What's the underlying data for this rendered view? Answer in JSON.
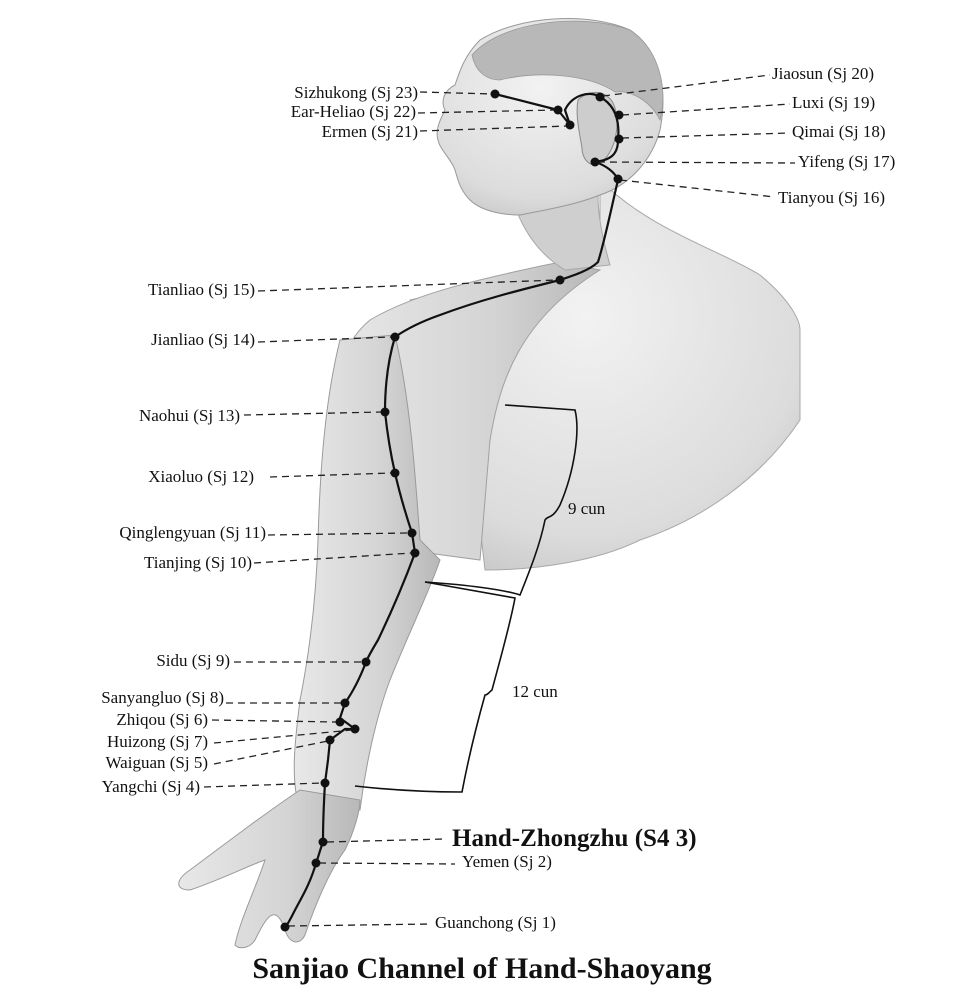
{
  "title": "Sanjiao Channel of Hand-Shaoyang",
  "highlight_label": "Hand-Zhongzhu (S4 3)",
  "measurements": [
    "9 cun",
    "12 cun"
  ],
  "points": {
    "sj23": "Sizhukong (Sj 23)",
    "sj22": "Ear-Heliao (Sj 22)",
    "sj21": "Ermen (Sj 21)",
    "sj20": "Jiaosun (Sj 20)",
    "sj19": "Luxi (Sj 19)",
    "sj18": "Qimai (Sj 18)",
    "sj17": "Yifeng (Sj 17)",
    "sj16": "Tianyou (Sj 16)",
    "sj15": "Tianliao (Sj 15)",
    "sj14": "Jianliao (Sj 14)",
    "sj13": "Naohui (Sj 13)",
    "sj12": "Xiaoluo (Sj 12)",
    "sj11": "Qinglengyuan (Sj 11)",
    "sj10": "Tianjing (Sj 10)",
    "sj9": "Sidu (Sj 9)",
    "sj8": "Sanyangluo (Sj 8)",
    "sj6": "Zhiqou (Sj 6)",
    "sj7": "Huizong (Sj 7)",
    "sj5": "Waiguan (Sj 5)",
    "sj4": "Yangchi (Sj 4)",
    "sj2": "Yemen (Sj 2)",
    "sj1": "Guanchong (Sj 1)"
  }
}
